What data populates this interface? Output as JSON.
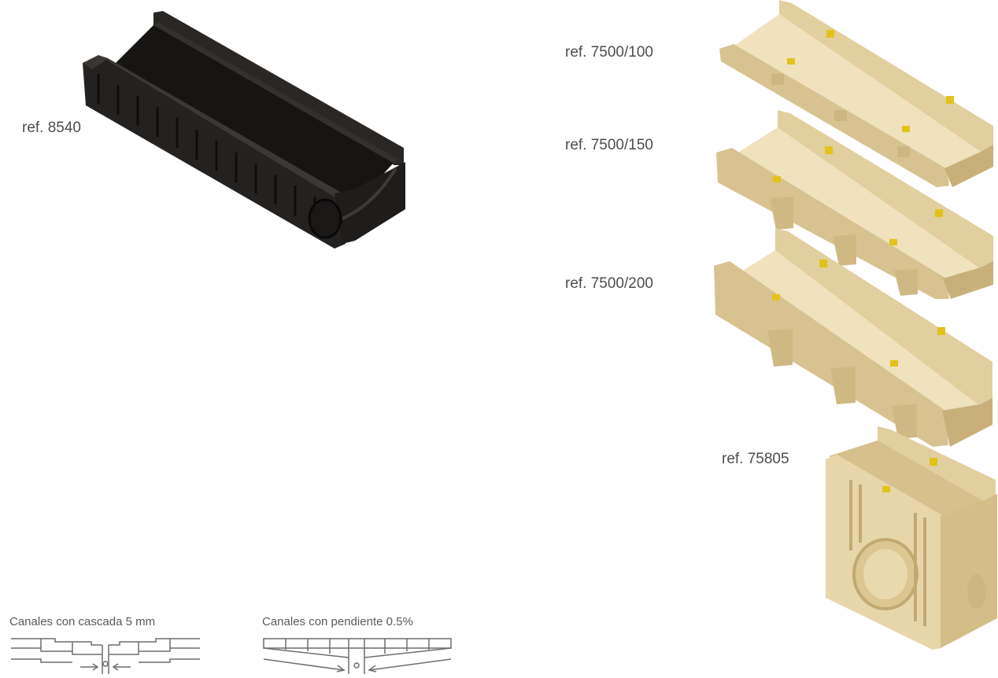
{
  "products": {
    "p8540": {
      "ref": "ref. 8540"
    },
    "p7500_100": {
      "ref": "ref. 7500/100"
    },
    "p7500_150": {
      "ref": "ref. 7500/150"
    },
    "p7500_200": {
      "ref": "ref. 7500/200"
    },
    "p75805": {
      "ref": "ref. 75805"
    }
  },
  "diagrams": {
    "cascade": {
      "caption": "Canales con cascada 5 mm"
    },
    "slope": {
      "caption": "Canales con pendiente 0.5%"
    }
  },
  "colors": {
    "polymer_black": "#1e1c1a",
    "concrete_light": "#ecdcb3",
    "concrete_mid": "#dcc89a",
    "concrete_dark": "#c2a974",
    "clip_yellow": "#e2c21a",
    "diagram_stroke": "#6e6e6e"
  }
}
